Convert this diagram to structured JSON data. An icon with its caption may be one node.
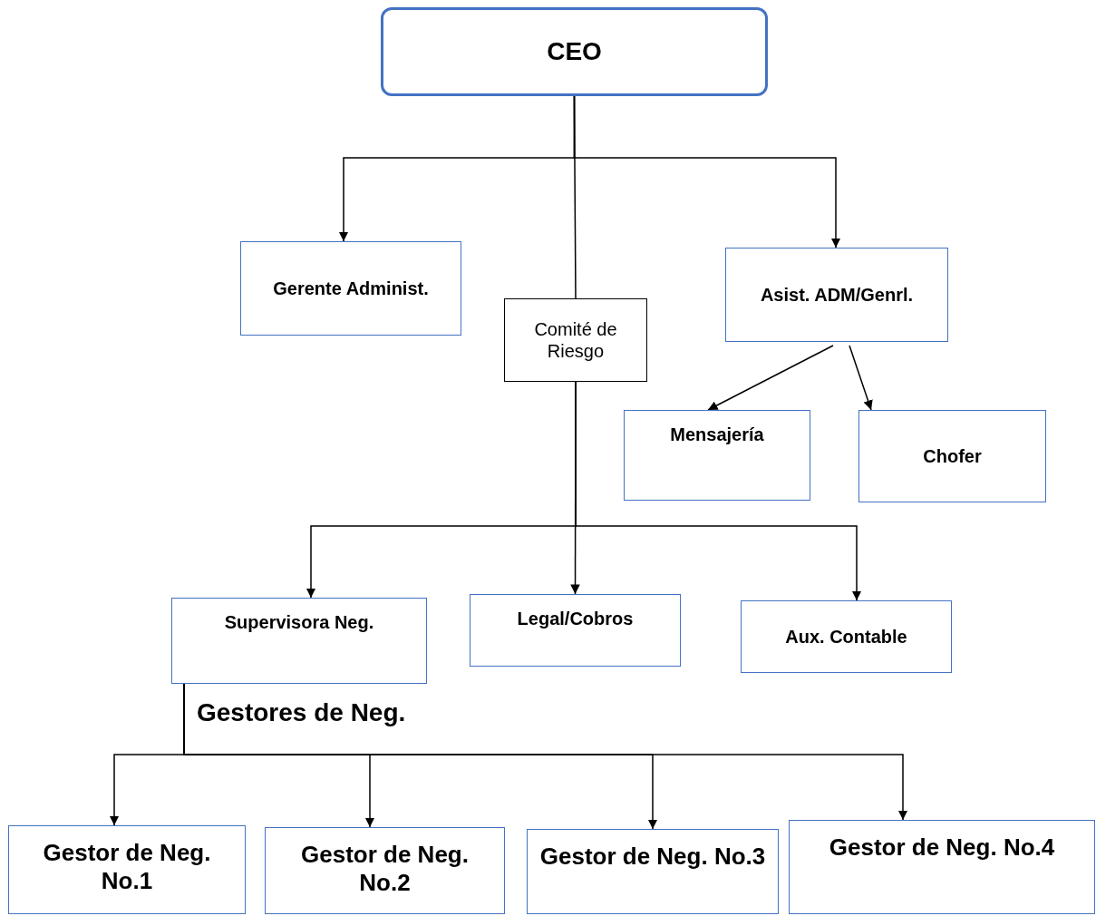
{
  "diagram": {
    "nodes": [
      {
        "text": [
          "CEO"
        ]
      },
      {
        "text": [
          "Gerente Administ."
        ]
      },
      {
        "text": [
          "Comité de Riesgo"
        ]
      },
      {
        "text": [
          "Asist. ADM/Genrl."
        ]
      },
      {
        "text": [
          "Mensajería"
        ]
      },
      {
        "text": [
          "Chofer"
        ]
      },
      {
        "text": [
          "Supervisora Neg."
        ]
      },
      {
        "text": [
          "Legal/Cobros"
        ]
      },
      {
        "text": [
          "Aux. Contable"
        ]
      },
      {
        "text": [
          "Gestor de Neg. No.1"
        ]
      },
      {
        "text": [
          "Gestor de Neg. No.2"
        ]
      },
      {
        "text": [
          "Gestor de Neg. No.3"
        ]
      },
      {
        "text": [
          "Gestor de Neg. No.4"
        ]
      }
    ],
    "edges": [
      {
        "from": 0,
        "to": 1,
        "arrow": "to"
      },
      {
        "from": 0,
        "to": 2,
        "arrow": "none"
      },
      {
        "from": 0,
        "to": 3,
        "arrow": "to"
      },
      {
        "from": 3,
        "to": 4,
        "arrow": "to"
      },
      {
        "from": 3,
        "to": 5,
        "arrow": "to"
      },
      {
        "from": 2,
        "to": 6,
        "arrow": "to"
      },
      {
        "from": 2,
        "to": 7,
        "arrow": "to"
      },
      {
        "from": 2,
        "to": 8,
        "arrow": "to"
      },
      {
        "from": 6,
        "to": 9,
        "arrow": "to"
      },
      {
        "from": 6,
        "to": 10,
        "arrow": "to"
      },
      {
        "from": 6,
        "to": 11,
        "arrow": "to"
      },
      {
        "from": 6,
        "to": 12,
        "arrow": "to"
      }
    ],
    "labels": [
      "Gestores de Neg."
    ]
  }
}
